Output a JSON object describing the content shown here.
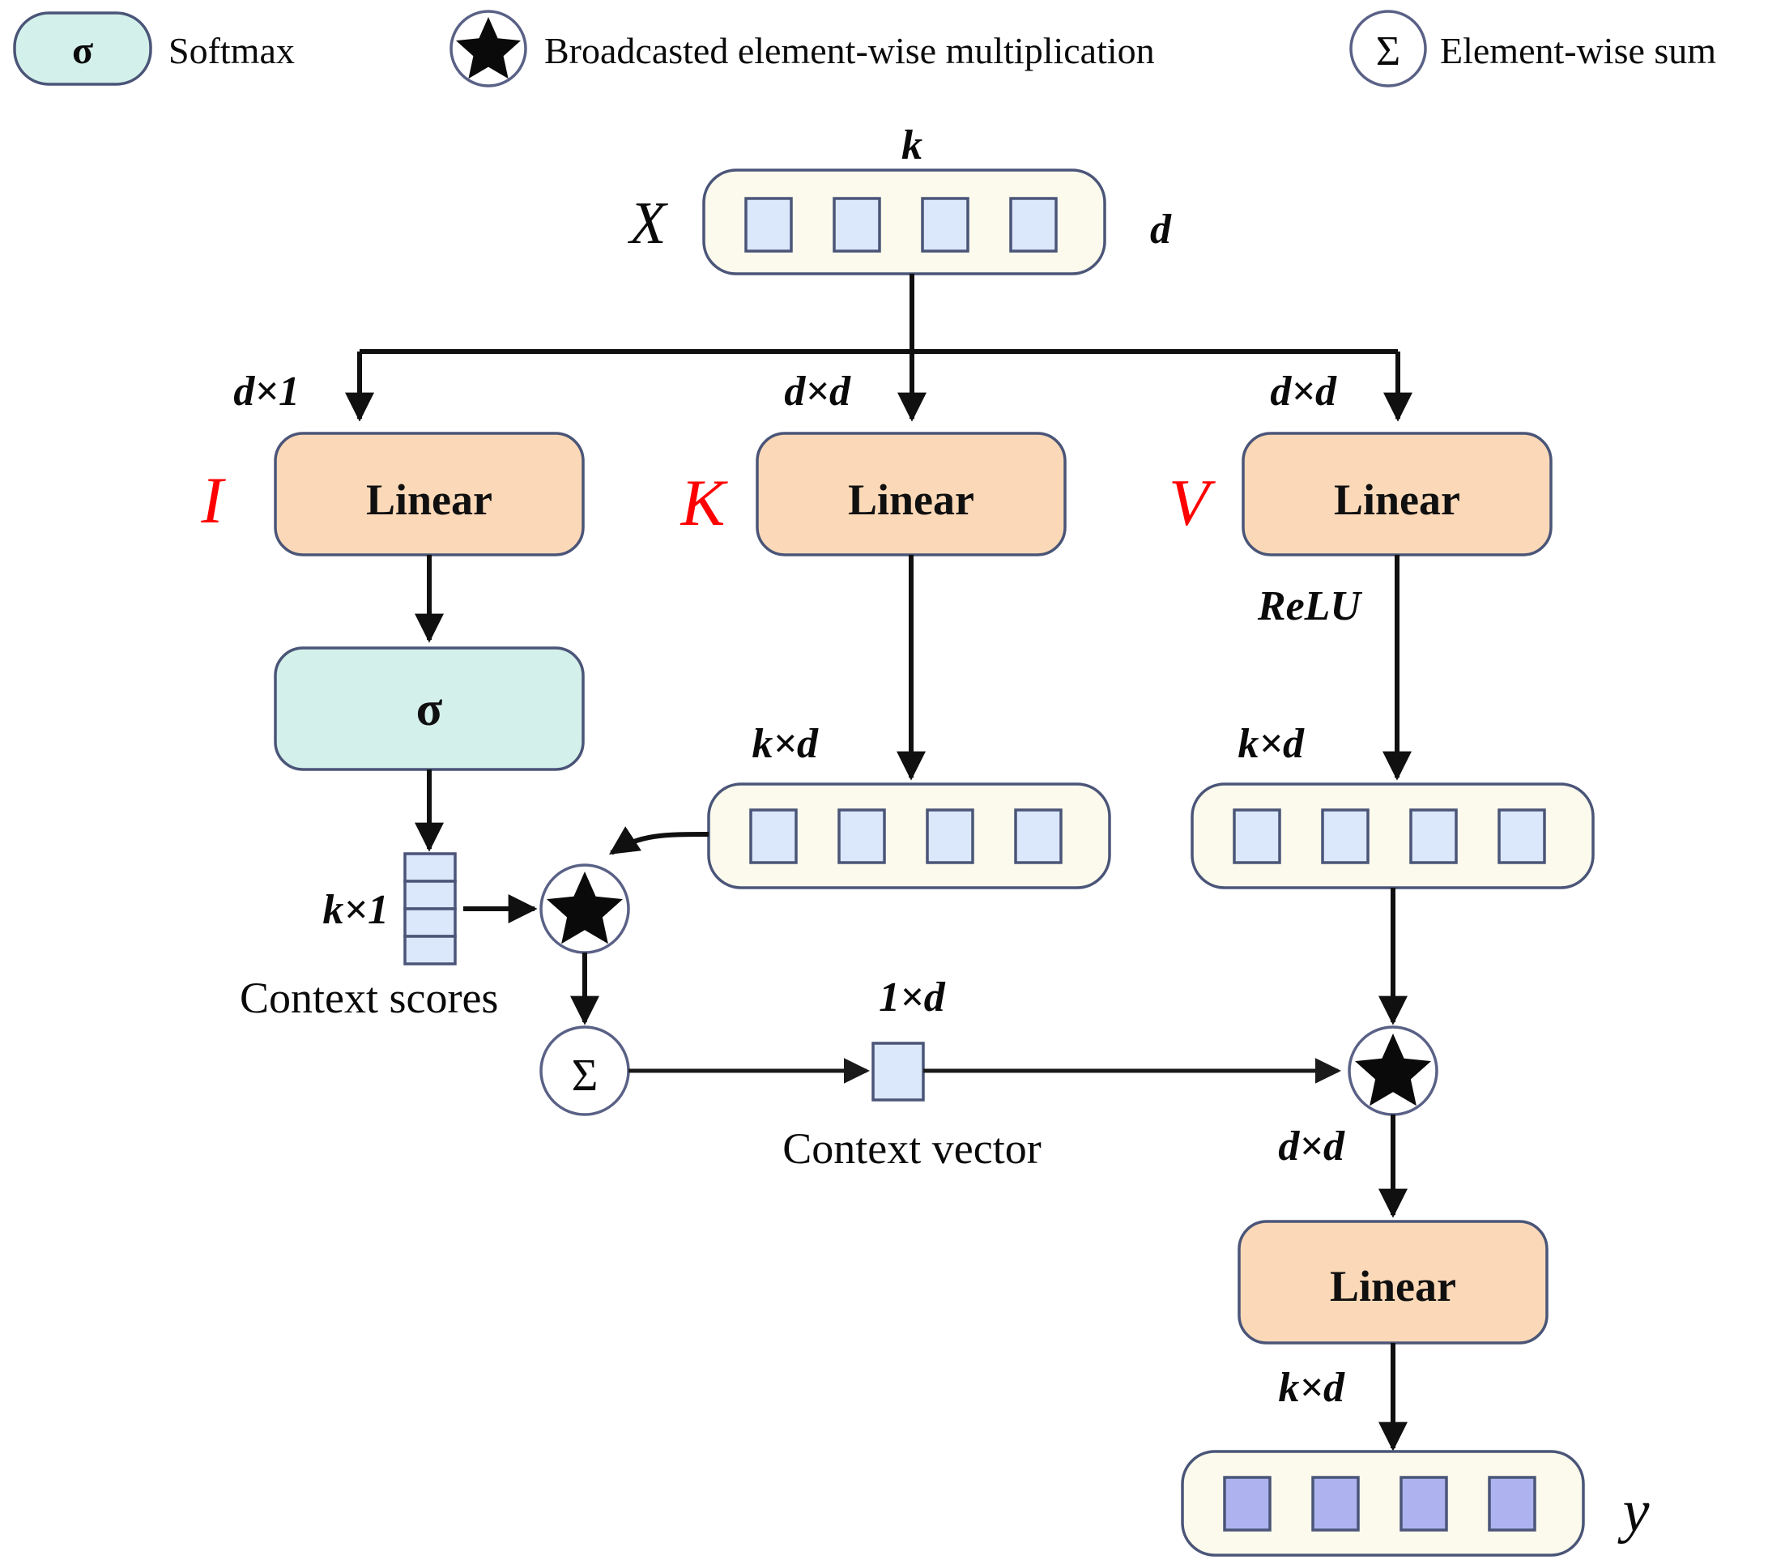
{
  "legend": {
    "items": [
      {
        "glyph": "σ",
        "icon": "sigma-softmax-icon",
        "label": "Softmax"
      },
      {
        "glyph": "★",
        "icon": "star-icon",
        "label": "Broadcasted element-wise multiplication"
      },
      {
        "glyph": "Σ",
        "icon": "summation-icon",
        "label": "Element-wise sum"
      }
    ]
  },
  "diagram": {
    "input": {
      "var_label": "X",
      "top_dim": "k",
      "right_dim": "d",
      "cells": 4
    },
    "branches": [
      {
        "id": "I",
        "branch_label": "I",
        "dim_in": "d×1",
        "block_label": "Linear",
        "activation_label": "σ",
        "out_dim": "k×1",
        "out_caption": "Context scores",
        "out_cells": 4
      },
      {
        "id": "K",
        "branch_label": "K",
        "dim_in": "d×d",
        "block_label": "Linear",
        "out_dim": "k×d",
        "out_cells": 4
      },
      {
        "id": "V",
        "branch_label": "V",
        "dim_in": "d×d",
        "block_label": "Linear",
        "activation_label": "ReLU",
        "out_dim": "k×d",
        "out_cells": 4
      }
    ],
    "ops": {
      "mul_scores": {
        "glyph": "★",
        "icon": "star-icon"
      },
      "sum": {
        "glyph": "Σ",
        "icon": "summation-icon"
      },
      "mul_value": {
        "glyph": "★",
        "icon": "star-icon"
      }
    },
    "context_vector": {
      "dim": "1×d",
      "caption": "Context vector"
    },
    "output_head": {
      "dim_in": "d×d",
      "block_label": "Linear",
      "out_dim": "k×d"
    },
    "output": {
      "var_label": "y",
      "cells": 4
    }
  },
  "colors": {
    "linear_fill": "#fbd9b8",
    "softmax_fill": "#d4f0ea",
    "container_fill": "#fbfaec",
    "cell_pale": "#dbe7fb",
    "cell_strong": "#aeb3f0",
    "border": "#4a5578",
    "accent_red": "#ff0000",
    "line": "#101010"
  }
}
